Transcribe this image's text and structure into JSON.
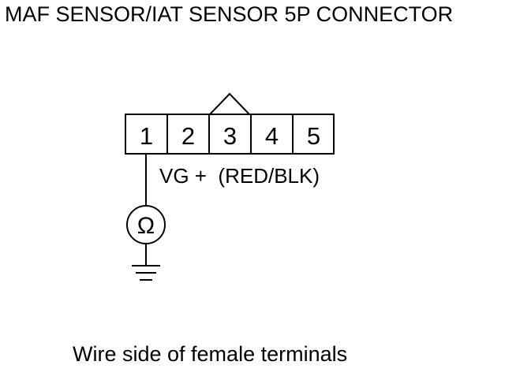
{
  "title": "MAF SENSOR/IAT SENSOR 5P CONNECTOR",
  "connector": {
    "pins": [
      "1",
      "2",
      "3",
      "4",
      "5"
    ],
    "lock_tab_pin_index": 2
  },
  "signal_label": "VG +  (RED/BLK)",
  "meter_symbol": "Ω",
  "caption": "Wire side of female terminals"
}
